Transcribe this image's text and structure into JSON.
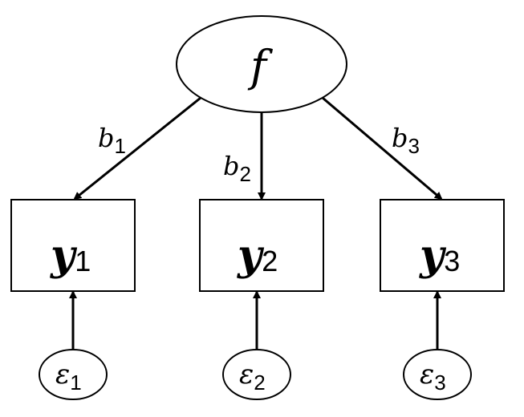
{
  "factor": {
    "symbol": "f"
  },
  "loadings": [
    {
      "symbol": "b",
      "index": "1"
    },
    {
      "symbol": "b",
      "index": "2"
    },
    {
      "symbol": "b",
      "index": "3"
    }
  ],
  "observed": [
    {
      "symbol": "y",
      "index": "1"
    },
    {
      "symbol": "y",
      "index": "2"
    },
    {
      "symbol": "y",
      "index": "3"
    }
  ],
  "errors": [
    {
      "symbol": "ε",
      "index": "1"
    },
    {
      "symbol": "ε",
      "index": "2"
    },
    {
      "symbol": "ε",
      "index": "3"
    }
  ]
}
